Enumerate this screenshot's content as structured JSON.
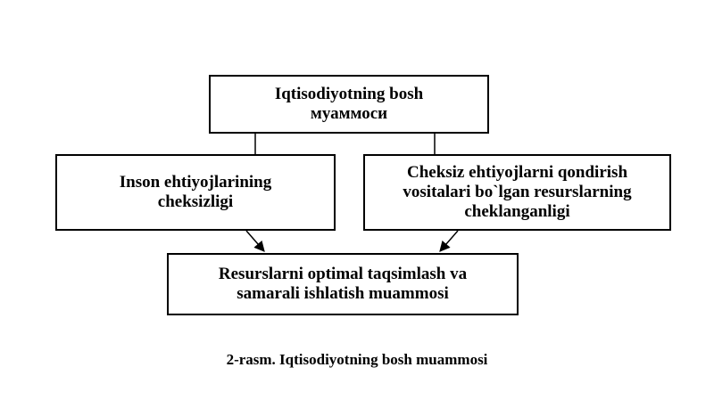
{
  "nodes": {
    "top": "Iqtisodiyotning bosh\nмуаммоси",
    "left": "Inson ehtiyojlarining\ncheksizligi",
    "right": "Cheksiz ehtiyojlarni qondirish\nvositalari bo`lgan resurslarning\ncheklanganligi",
    "bottom": "Resurslarni optimal taqsimlash va\nsamarali ishlatish muammosi"
  },
  "caption": "2-rasm. Iqtisodiyotning bosh muammosi"
}
